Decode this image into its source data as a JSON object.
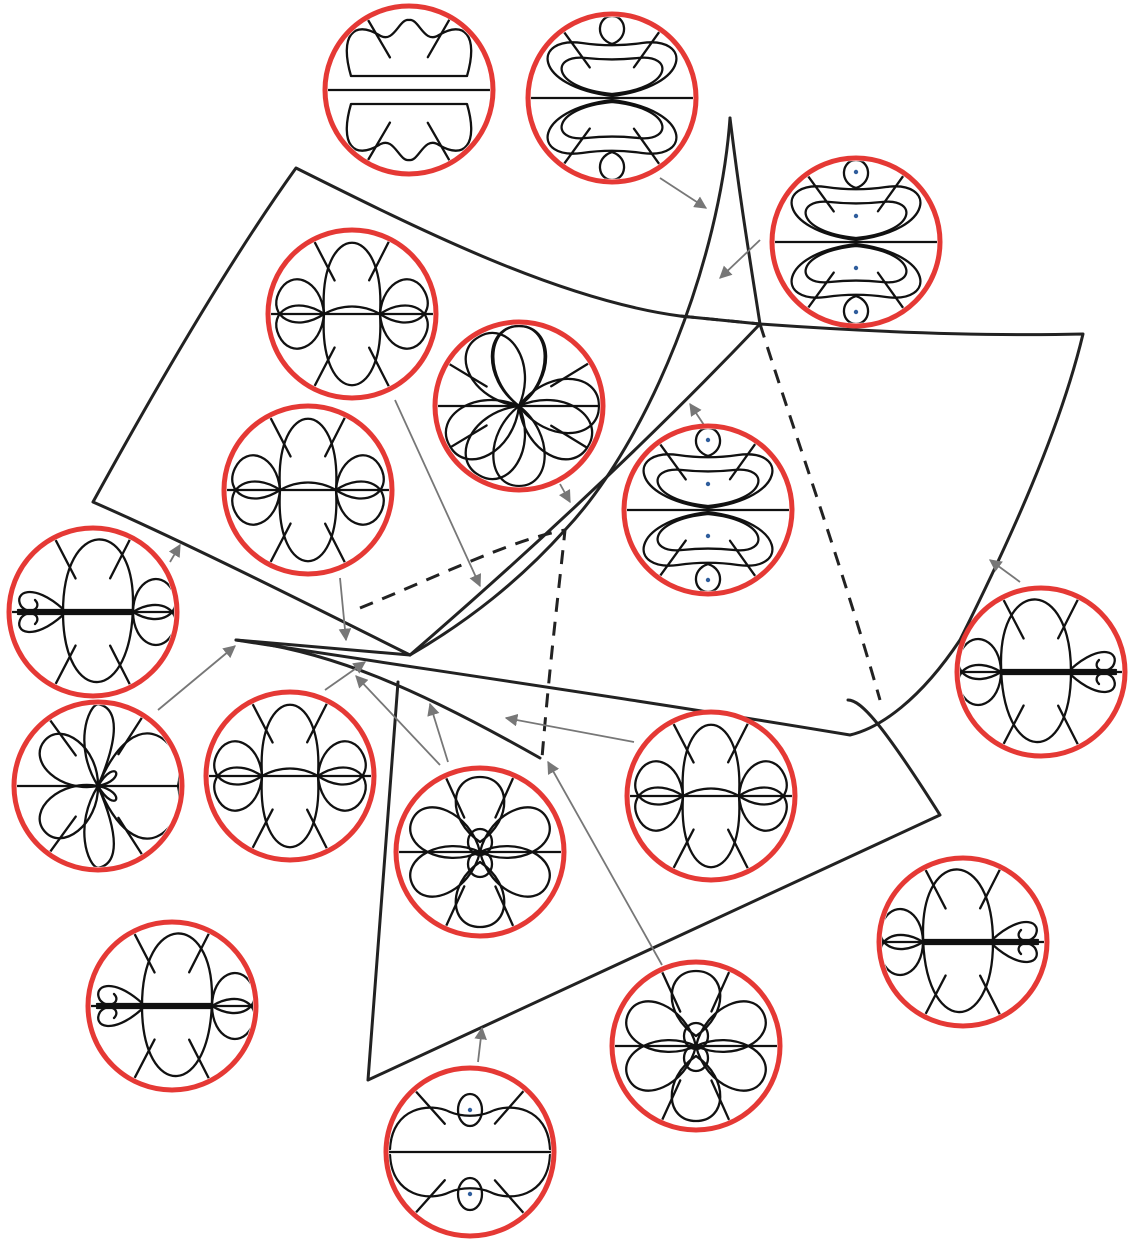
{
  "colors": {
    "ring": "#e53935",
    "line": "#222222",
    "arrow": "#777777",
    "marked_point": "#2f5d9c"
  },
  "sheets": [
    "sheet-upper",
    "sheet-swallowtail",
    "sheet-lower"
  ],
  "phase_portraits": [
    {
      "name": "disk-top-left",
      "pattern": "separated-lobes"
    },
    {
      "name": "disk-top-center",
      "pattern": "nested-lobes"
    },
    {
      "name": "disk-top-right",
      "pattern": "marked-points"
    },
    {
      "name": "disk-upper-left",
      "pattern": "four-petal-lens"
    },
    {
      "name": "disk-center",
      "pattern": "six-petal"
    },
    {
      "name": "disk-middle-left",
      "pattern": "four-petal-lens"
    },
    {
      "name": "disk-center-right",
      "pattern": "marked-points"
    },
    {
      "name": "disk-left",
      "pattern": "spiral-left"
    },
    {
      "name": "disk-right",
      "pattern": "spiral-right"
    },
    {
      "name": "disk-lower-left",
      "pattern": "cusp-loop"
    },
    {
      "name": "disk-lower-mid-left",
      "pattern": "four-petal-lens"
    },
    {
      "name": "disk-lower-center",
      "pattern": "center-loop"
    },
    {
      "name": "disk-lower-center-right",
      "pattern": "four-petal-lens"
    },
    {
      "name": "disk-bottom-left",
      "pattern": "spiral-left"
    },
    {
      "name": "disk-bottom-right",
      "pattern": "spiral-right"
    },
    {
      "name": "disk-bottom-center-right",
      "pattern": "center-loop"
    },
    {
      "name": "disk-bottom-center",
      "pattern": "marked-points-simple"
    }
  ]
}
